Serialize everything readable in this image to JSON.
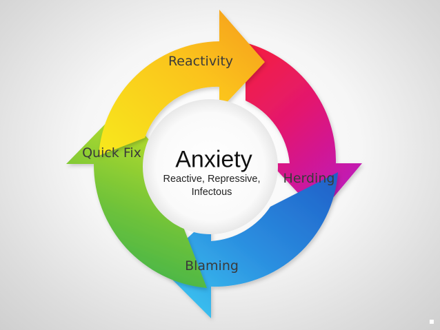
{
  "center": {
    "title": "Anxiety",
    "subtitle": "Reactive, Repressive, Infectous"
  },
  "stages": [
    {
      "label": "Reactivity",
      "color_start": "#f7e31c",
      "color_end": "#f59a1a"
    },
    {
      "label": "Herding",
      "color_start": "#f0204f",
      "color_end": "#c617b5"
    },
    {
      "label": "Blaming",
      "color_start": "#2a6fd0",
      "color_end": "#3dc7f0"
    },
    {
      "label": "Quick Fix",
      "color_start": "#3fb24b",
      "color_end": "#b5dc28"
    }
  ],
  "corner_mark": "▪"
}
